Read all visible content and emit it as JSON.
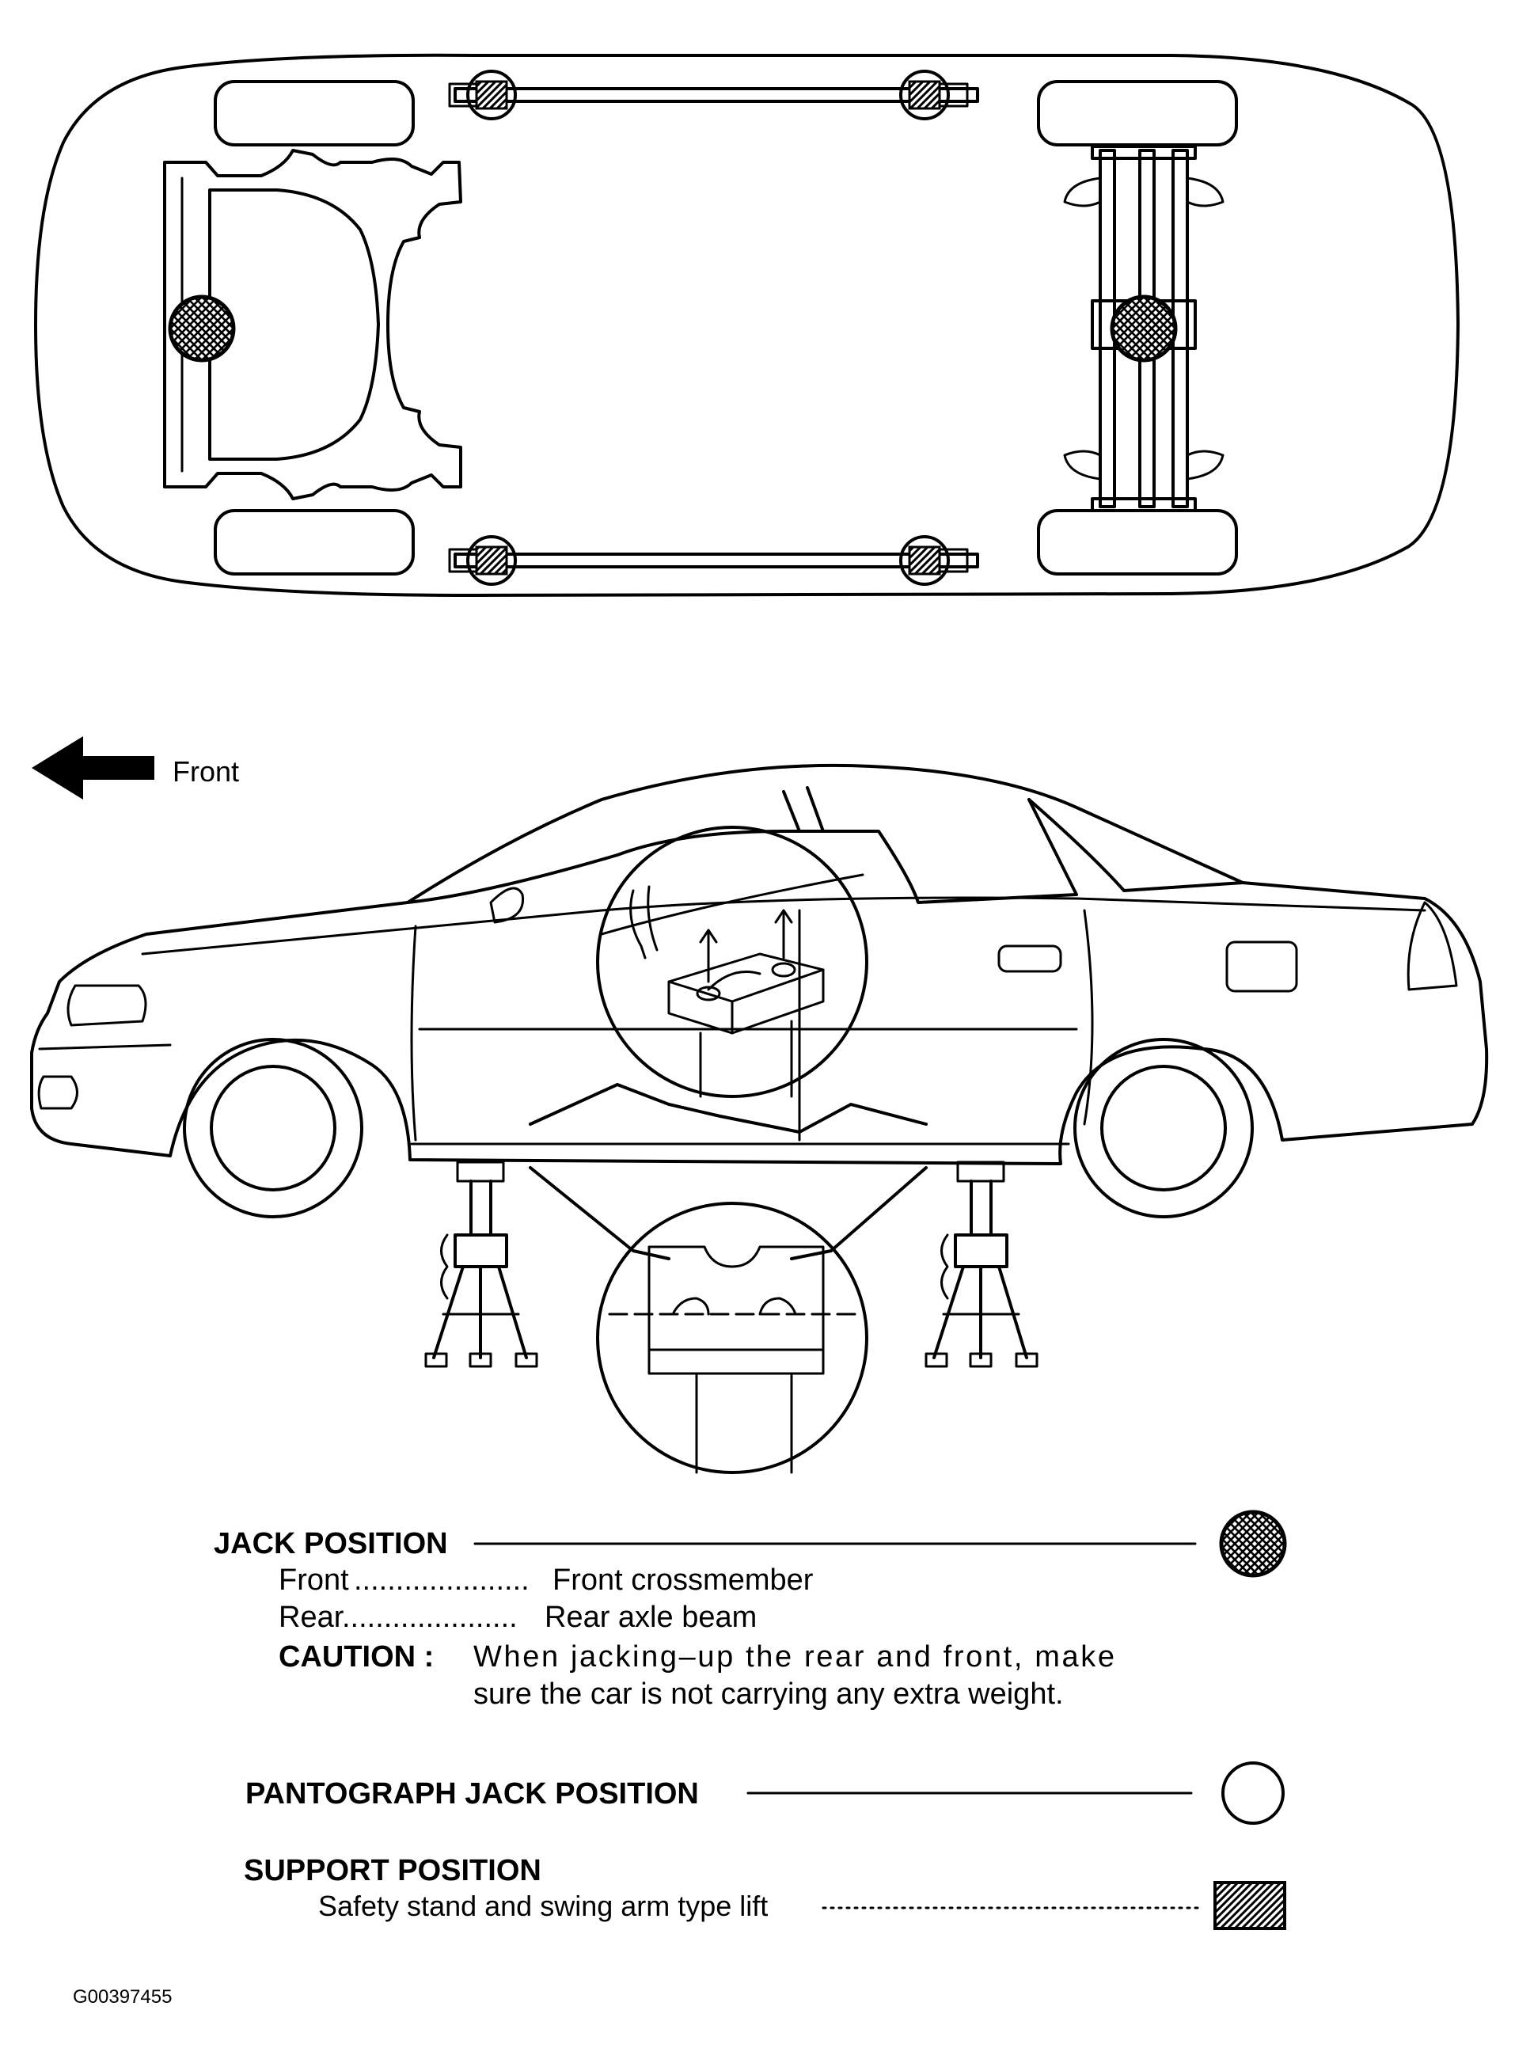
{
  "direction": {
    "label": "Front"
  },
  "legend": {
    "jack": {
      "title": "JACK POSITION",
      "front_label": "Front",
      "front_value": "Front crossmember",
      "rear_label": "Rear",
      "rear_value": "Rear axle beam",
      "caution_label": "CAUTION :",
      "caution_line1": "When jacking–up the rear and front, make",
      "caution_line2": "sure the car is not carrying any extra weight."
    },
    "pantograph": {
      "title": "PANTOGRAPH JACK POSITION"
    },
    "support": {
      "title": "SUPPORT POSITION",
      "desc": "Safety stand and swing arm type lift"
    }
  },
  "figure_id": "G00397455"
}
